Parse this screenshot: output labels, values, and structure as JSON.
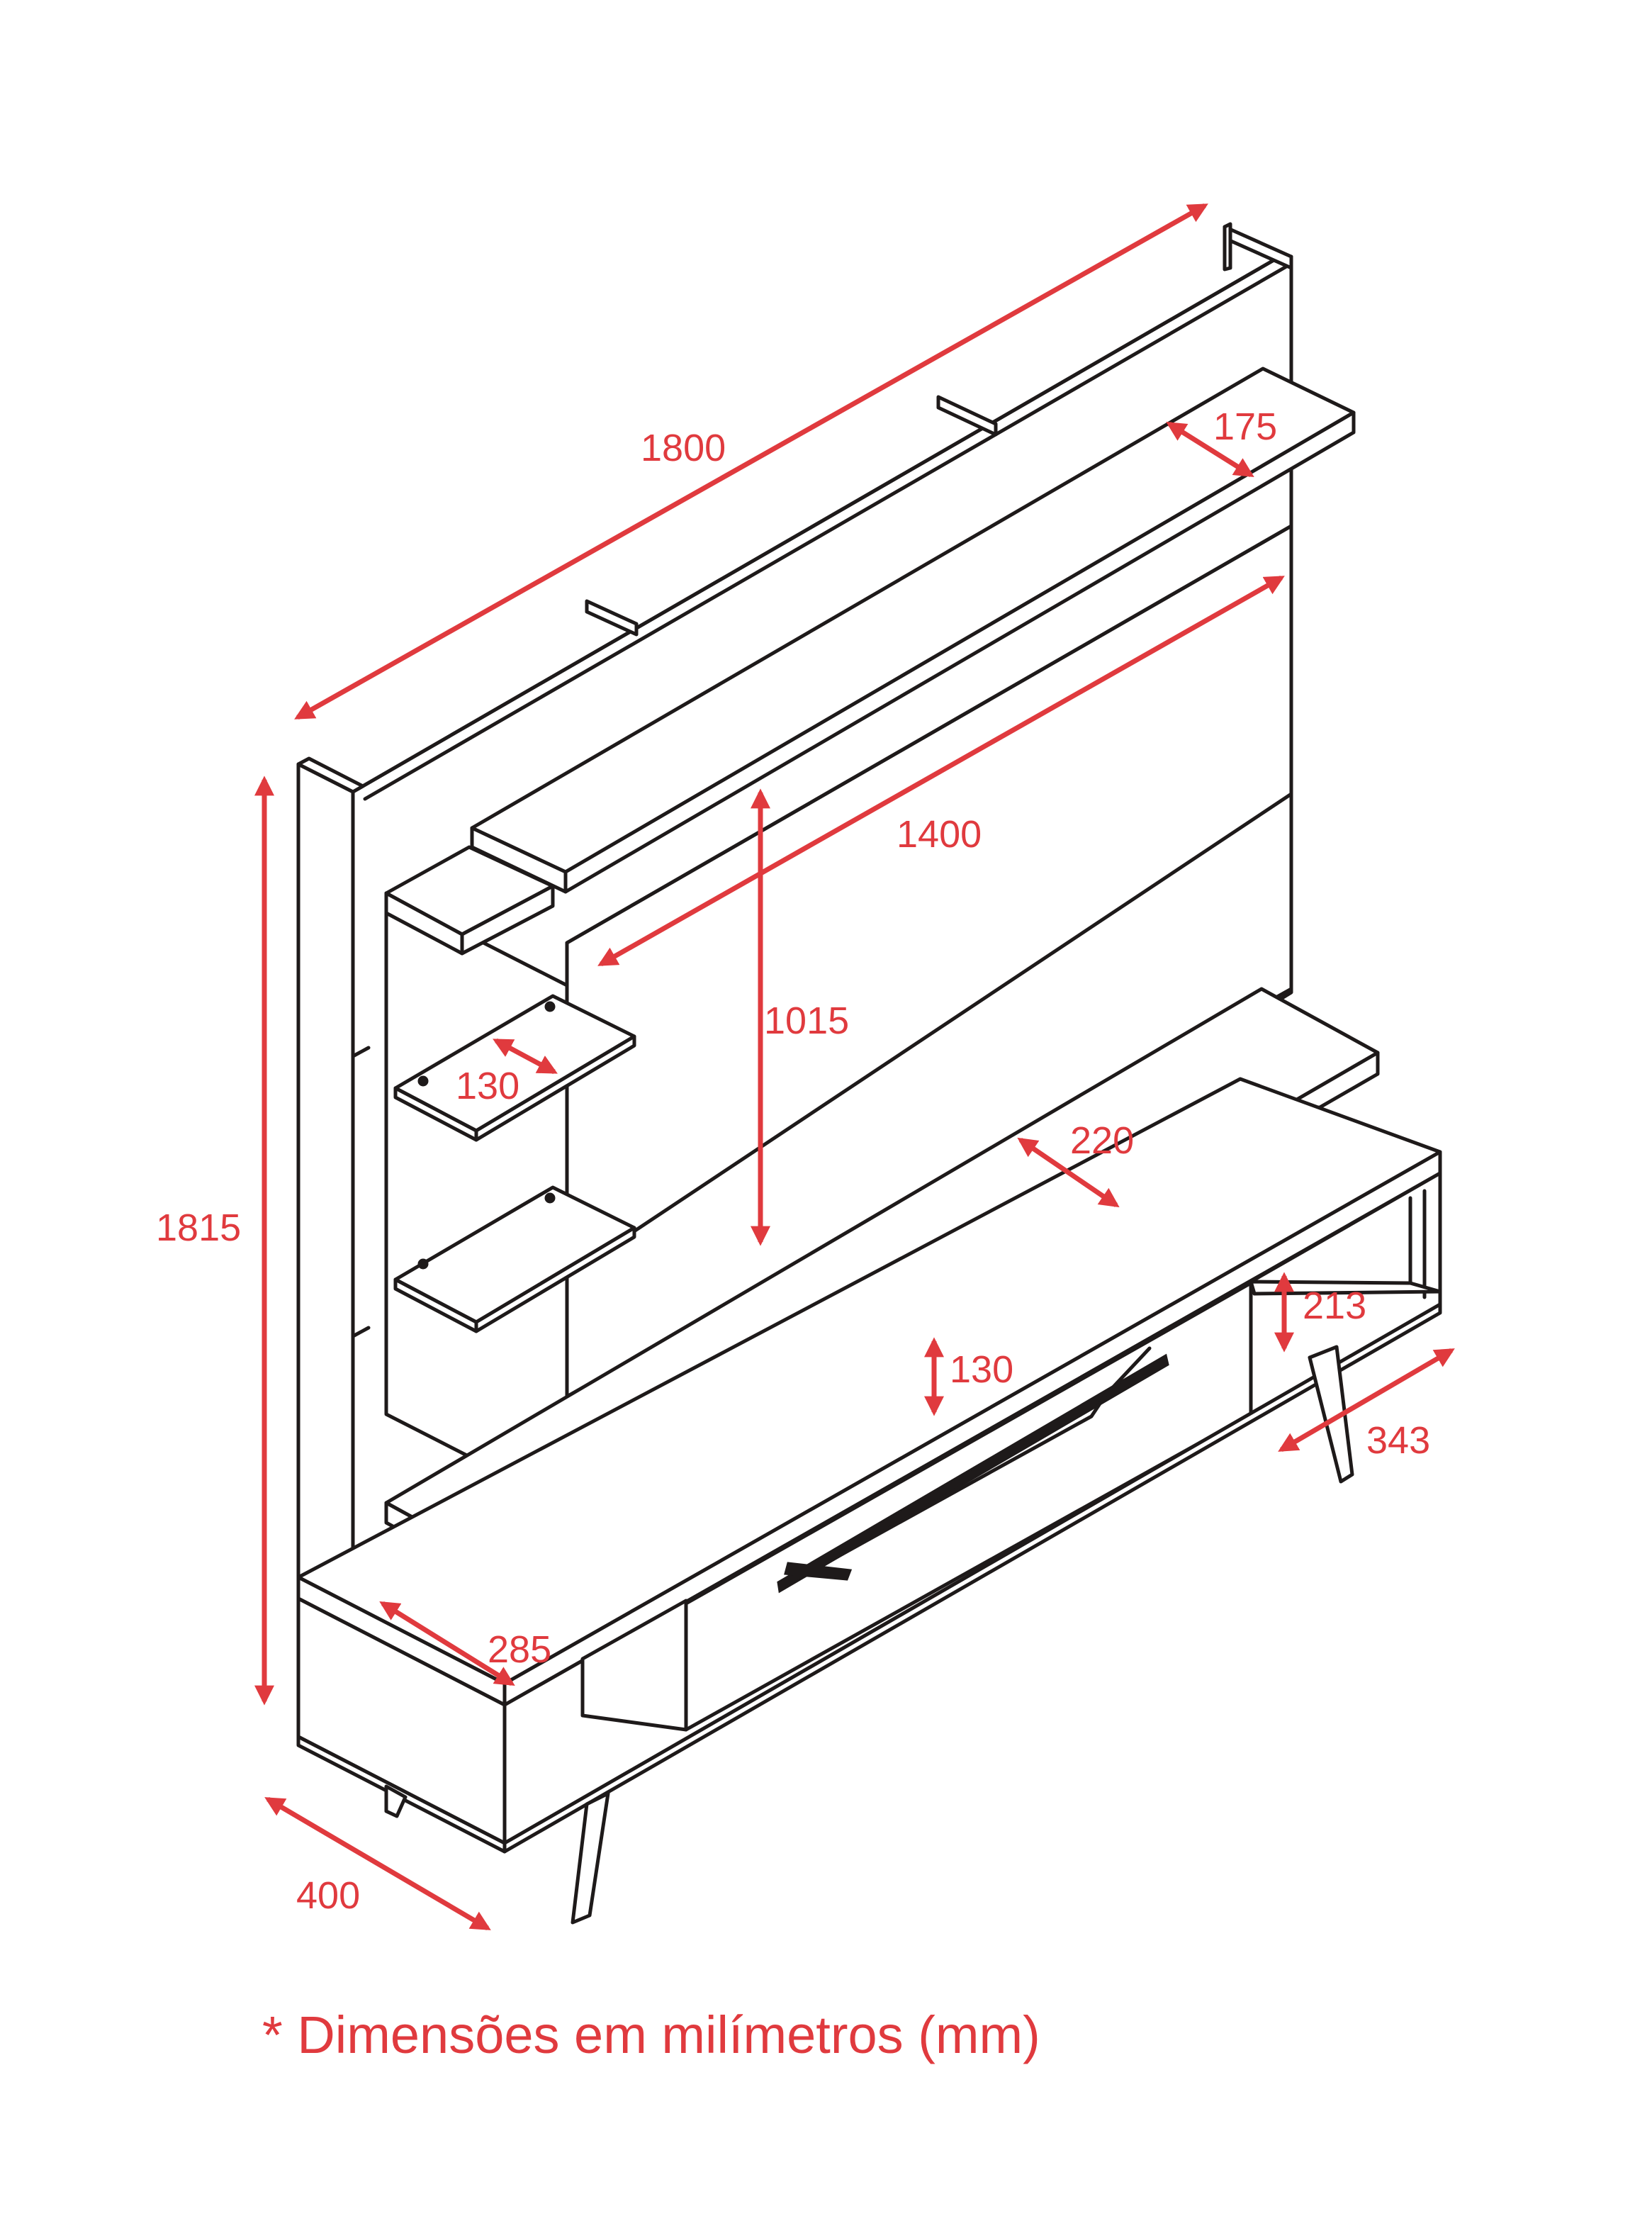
{
  "colors": {
    "line": "#1e1a1a",
    "dimension": "#e03a3e",
    "background": "#ffffff"
  },
  "dimensions": {
    "total_width": "1800",
    "total_height": "1815",
    "depth": "400",
    "top_shelf_depth": "175",
    "panel_width": "1400",
    "panel_height": "1015",
    "glass_shelf_depth": "130",
    "tv_shelf_depth": "220",
    "drawer_height": "130",
    "niche_height": "213",
    "rack_depth": "343",
    "base_depth": "285"
  },
  "footnote": "* Dimensões em milímetros (mm)"
}
